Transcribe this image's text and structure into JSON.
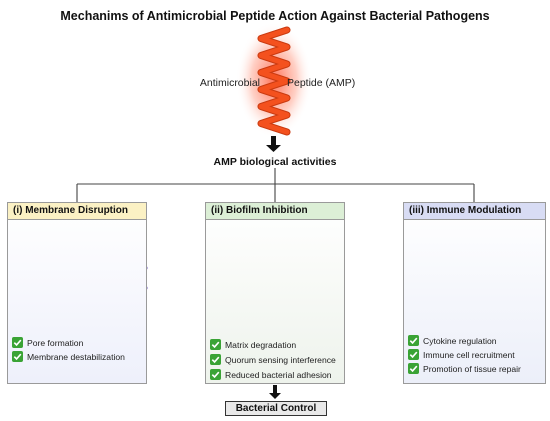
{
  "title": "Mechanims of Antimicrobial Peptide Action Against Bacterial Pathogens",
  "amp": {
    "label_left": "Antimicrobial",
    "label_right": "Peptide (AMP)"
  },
  "activities_label": "AMP biological activities",
  "panels": [
    {
      "heading": "(i) Membrane Disruption",
      "color": "#fbf1c4",
      "bullets": [
        "Pore formation",
        "Membrane destabilization"
      ]
    },
    {
      "heading": "(ii)  Biofilm Inhibition",
      "color": "#dcefd6",
      "bullets": [
        "Matrix  degradation",
        "Quorum sensing interference",
        "Reduced  bacterial adhesion"
      ]
    },
    {
      "heading": "(iii) Immune Modulation",
      "color": "#d8dcf4",
      "bullets": [
        "Cytokine  regulation",
        "Immune cell recruitment",
        "Promotion of tissue repair"
      ]
    }
  ],
  "outcome": "Bacterial Control",
  "colors": {
    "helix": "#f4511e",
    "membrane": "#7b68c9",
    "check": "#3aa335",
    "cell": "#3f6fe0"
  },
  "icons": [
    "check-icon",
    "helix-icon",
    "arrow-down-icon"
  ]
}
